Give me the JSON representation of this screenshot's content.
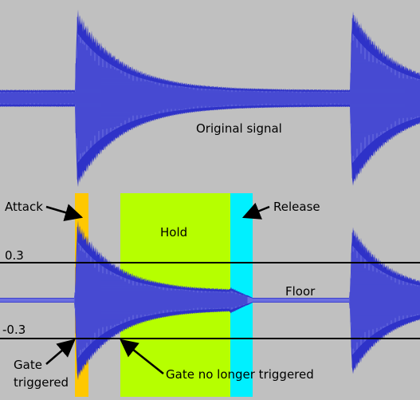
{
  "colors": {
    "background": "#c0c0c0",
    "waveform_fill": "#6b6fe0",
    "waveform_dark": "#2f33c8",
    "attack": "#ffc800",
    "hold": "#b6ff00",
    "release": "#00f0ff",
    "threshold_line": "#000000"
  },
  "labels": {
    "original_signal": "Original signal",
    "attack": "Attack",
    "hold": "Hold",
    "release": "Release",
    "threshold_pos": "0.3",
    "threshold_neg": "-0.3",
    "floor": "Floor",
    "gate_triggered": [
      "Gate",
      "triggered"
    ],
    "gate_no_longer": "Gate no longer triggered"
  }
}
